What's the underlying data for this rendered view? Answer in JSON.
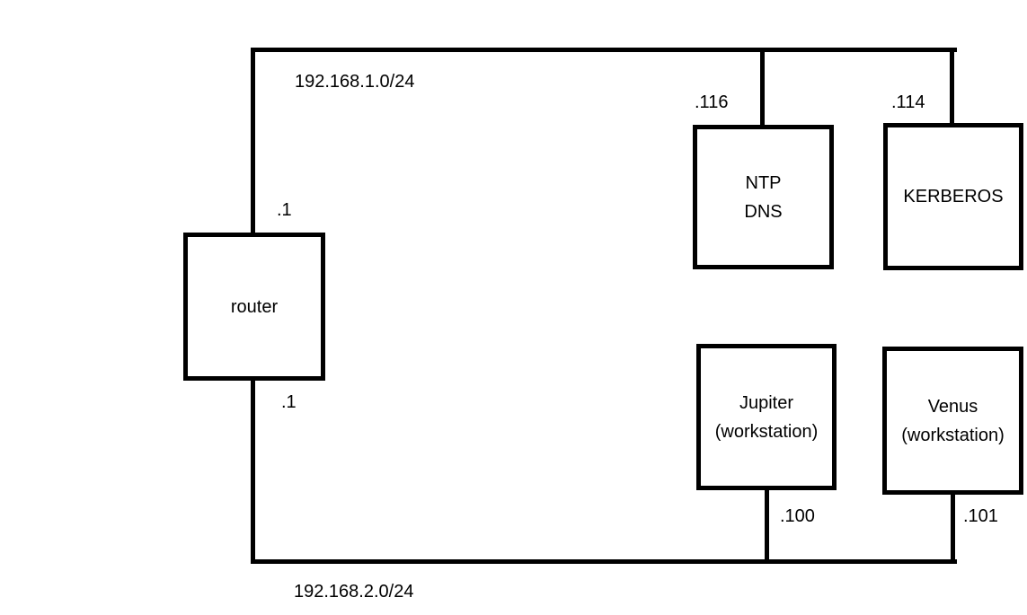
{
  "diagram": {
    "title": "network-topology",
    "colors": {
      "line": "#000000",
      "text": "#000000",
      "background": "#ffffff"
    },
    "networks": {
      "top": {
        "cidr": "192.168.1.0/24"
      },
      "bottom": {
        "cidr": "192.168.2.0/24"
      }
    },
    "nodes": {
      "router": {
        "label": "router"
      },
      "ntp_dns": {
        "line1": "NTP",
        "line2": "DNS"
      },
      "kerberos": {
        "label": "KERBEROS"
      },
      "jupiter": {
        "line1": "Jupiter",
        "line2": "(workstation)"
      },
      "venus": {
        "line1": "Venus",
        "line2": "(workstation)"
      }
    },
    "interfaces": {
      "router_top": ".1",
      "router_bottom": ".1",
      "ntp_dns": ".116",
      "kerberos": ".114",
      "jupiter": ".100",
      "venus": ".101"
    }
  }
}
